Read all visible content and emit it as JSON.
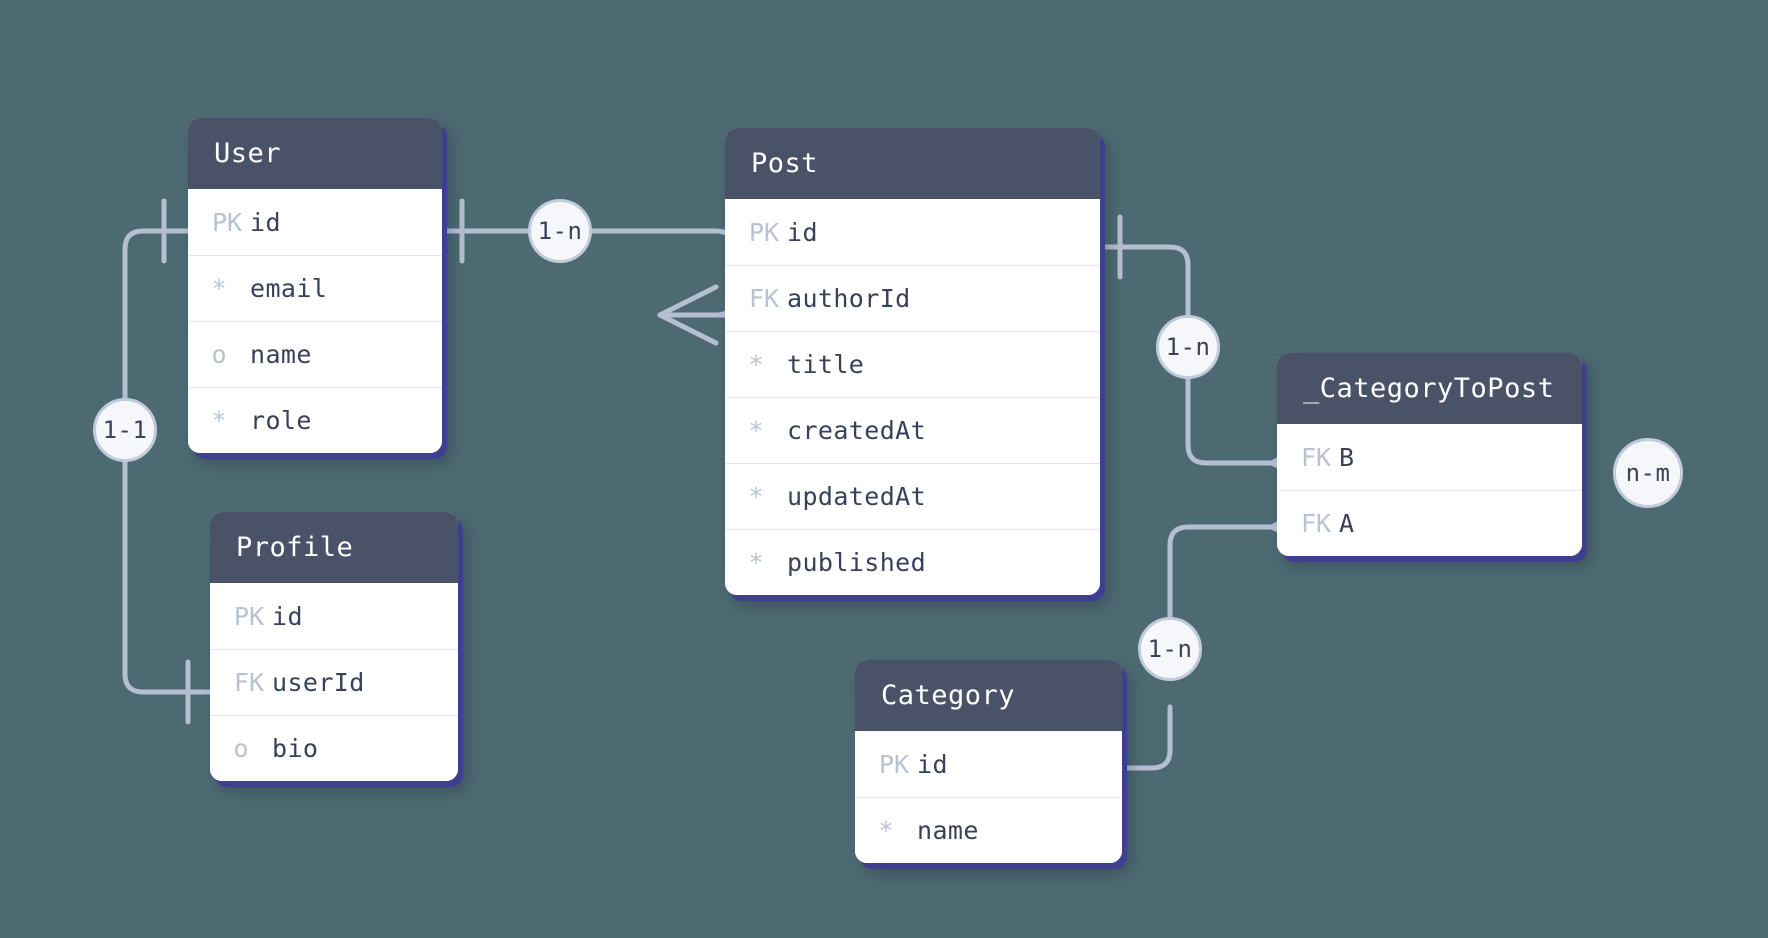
{
  "diagram": {
    "type": "entity-relationship-diagram",
    "background_color": "#4d6a72",
    "header_color": "#4a5268",
    "body_color": "#ffffff",
    "shadow_color": "#3f3f8f",
    "line_color": "#b5bfd2",
    "badge_fill": "#f5f7fb",
    "badge_border": "#c2cbdb",
    "key_label_color": "#b9c2d2",
    "field_text_color": "#39415a"
  },
  "entities": [
    {
      "id": "user",
      "title": "User",
      "fields": [
        {
          "key": "PK",
          "name": "id"
        },
        {
          "key": "*",
          "name": "email"
        },
        {
          "key": "o",
          "name": "name"
        },
        {
          "key": "*",
          "name": "role"
        }
      ]
    },
    {
      "id": "profile",
      "title": "Profile",
      "fields": [
        {
          "key": "PK",
          "name": "id"
        },
        {
          "key": "FK",
          "name": "userId"
        },
        {
          "key": "o",
          "name": "bio"
        }
      ]
    },
    {
      "id": "post",
      "title": "Post",
      "fields": [
        {
          "key": "PK",
          "name": "id"
        },
        {
          "key": "FK",
          "name": "authorId"
        },
        {
          "key": "*",
          "name": "title"
        },
        {
          "key": "*",
          "name": "createdAt"
        },
        {
          "key": "*",
          "name": "updatedAt"
        },
        {
          "key": "*",
          "name": "published"
        }
      ]
    },
    {
      "id": "category",
      "title": "Category",
      "fields": [
        {
          "key": "PK",
          "name": "id"
        },
        {
          "key": "*",
          "name": "name"
        }
      ]
    },
    {
      "id": "categorytopost",
      "title": "_CategoryToPost",
      "fields": [
        {
          "key": "FK",
          "name": "B"
        },
        {
          "key": "FK",
          "name": "A"
        }
      ]
    }
  ],
  "relationships": [
    {
      "id": "user-post",
      "label": "1-n",
      "from": "User.id",
      "to": "Post.authorId"
    },
    {
      "id": "user-profile",
      "label": "1-1",
      "from": "User.id",
      "to": "Profile.userId"
    },
    {
      "id": "post-categorytopost",
      "label": "1-n",
      "from": "Post.id",
      "to": "_CategoryToPost.B"
    },
    {
      "id": "category-categorytopost",
      "label": "1-n",
      "from": "Category.id",
      "to": "_CategoryToPost.A"
    },
    {
      "id": "category-post",
      "label": "n-m",
      "from": "Category",
      "to": "Post"
    }
  ]
}
